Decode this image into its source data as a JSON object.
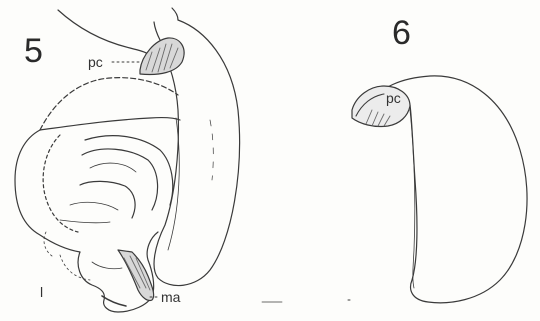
{
  "figures": [
    {
      "number": "5",
      "labels": {
        "pc": "pc",
        "ma": "ma",
        "l": "l"
      }
    },
    {
      "number": "6",
      "labels": {
        "pc": "pc"
      }
    }
  ],
  "colors": {
    "ink": "#3a3a3a",
    "paper": "#fdfdfb",
    "shade": "#6a6a6a"
  }
}
